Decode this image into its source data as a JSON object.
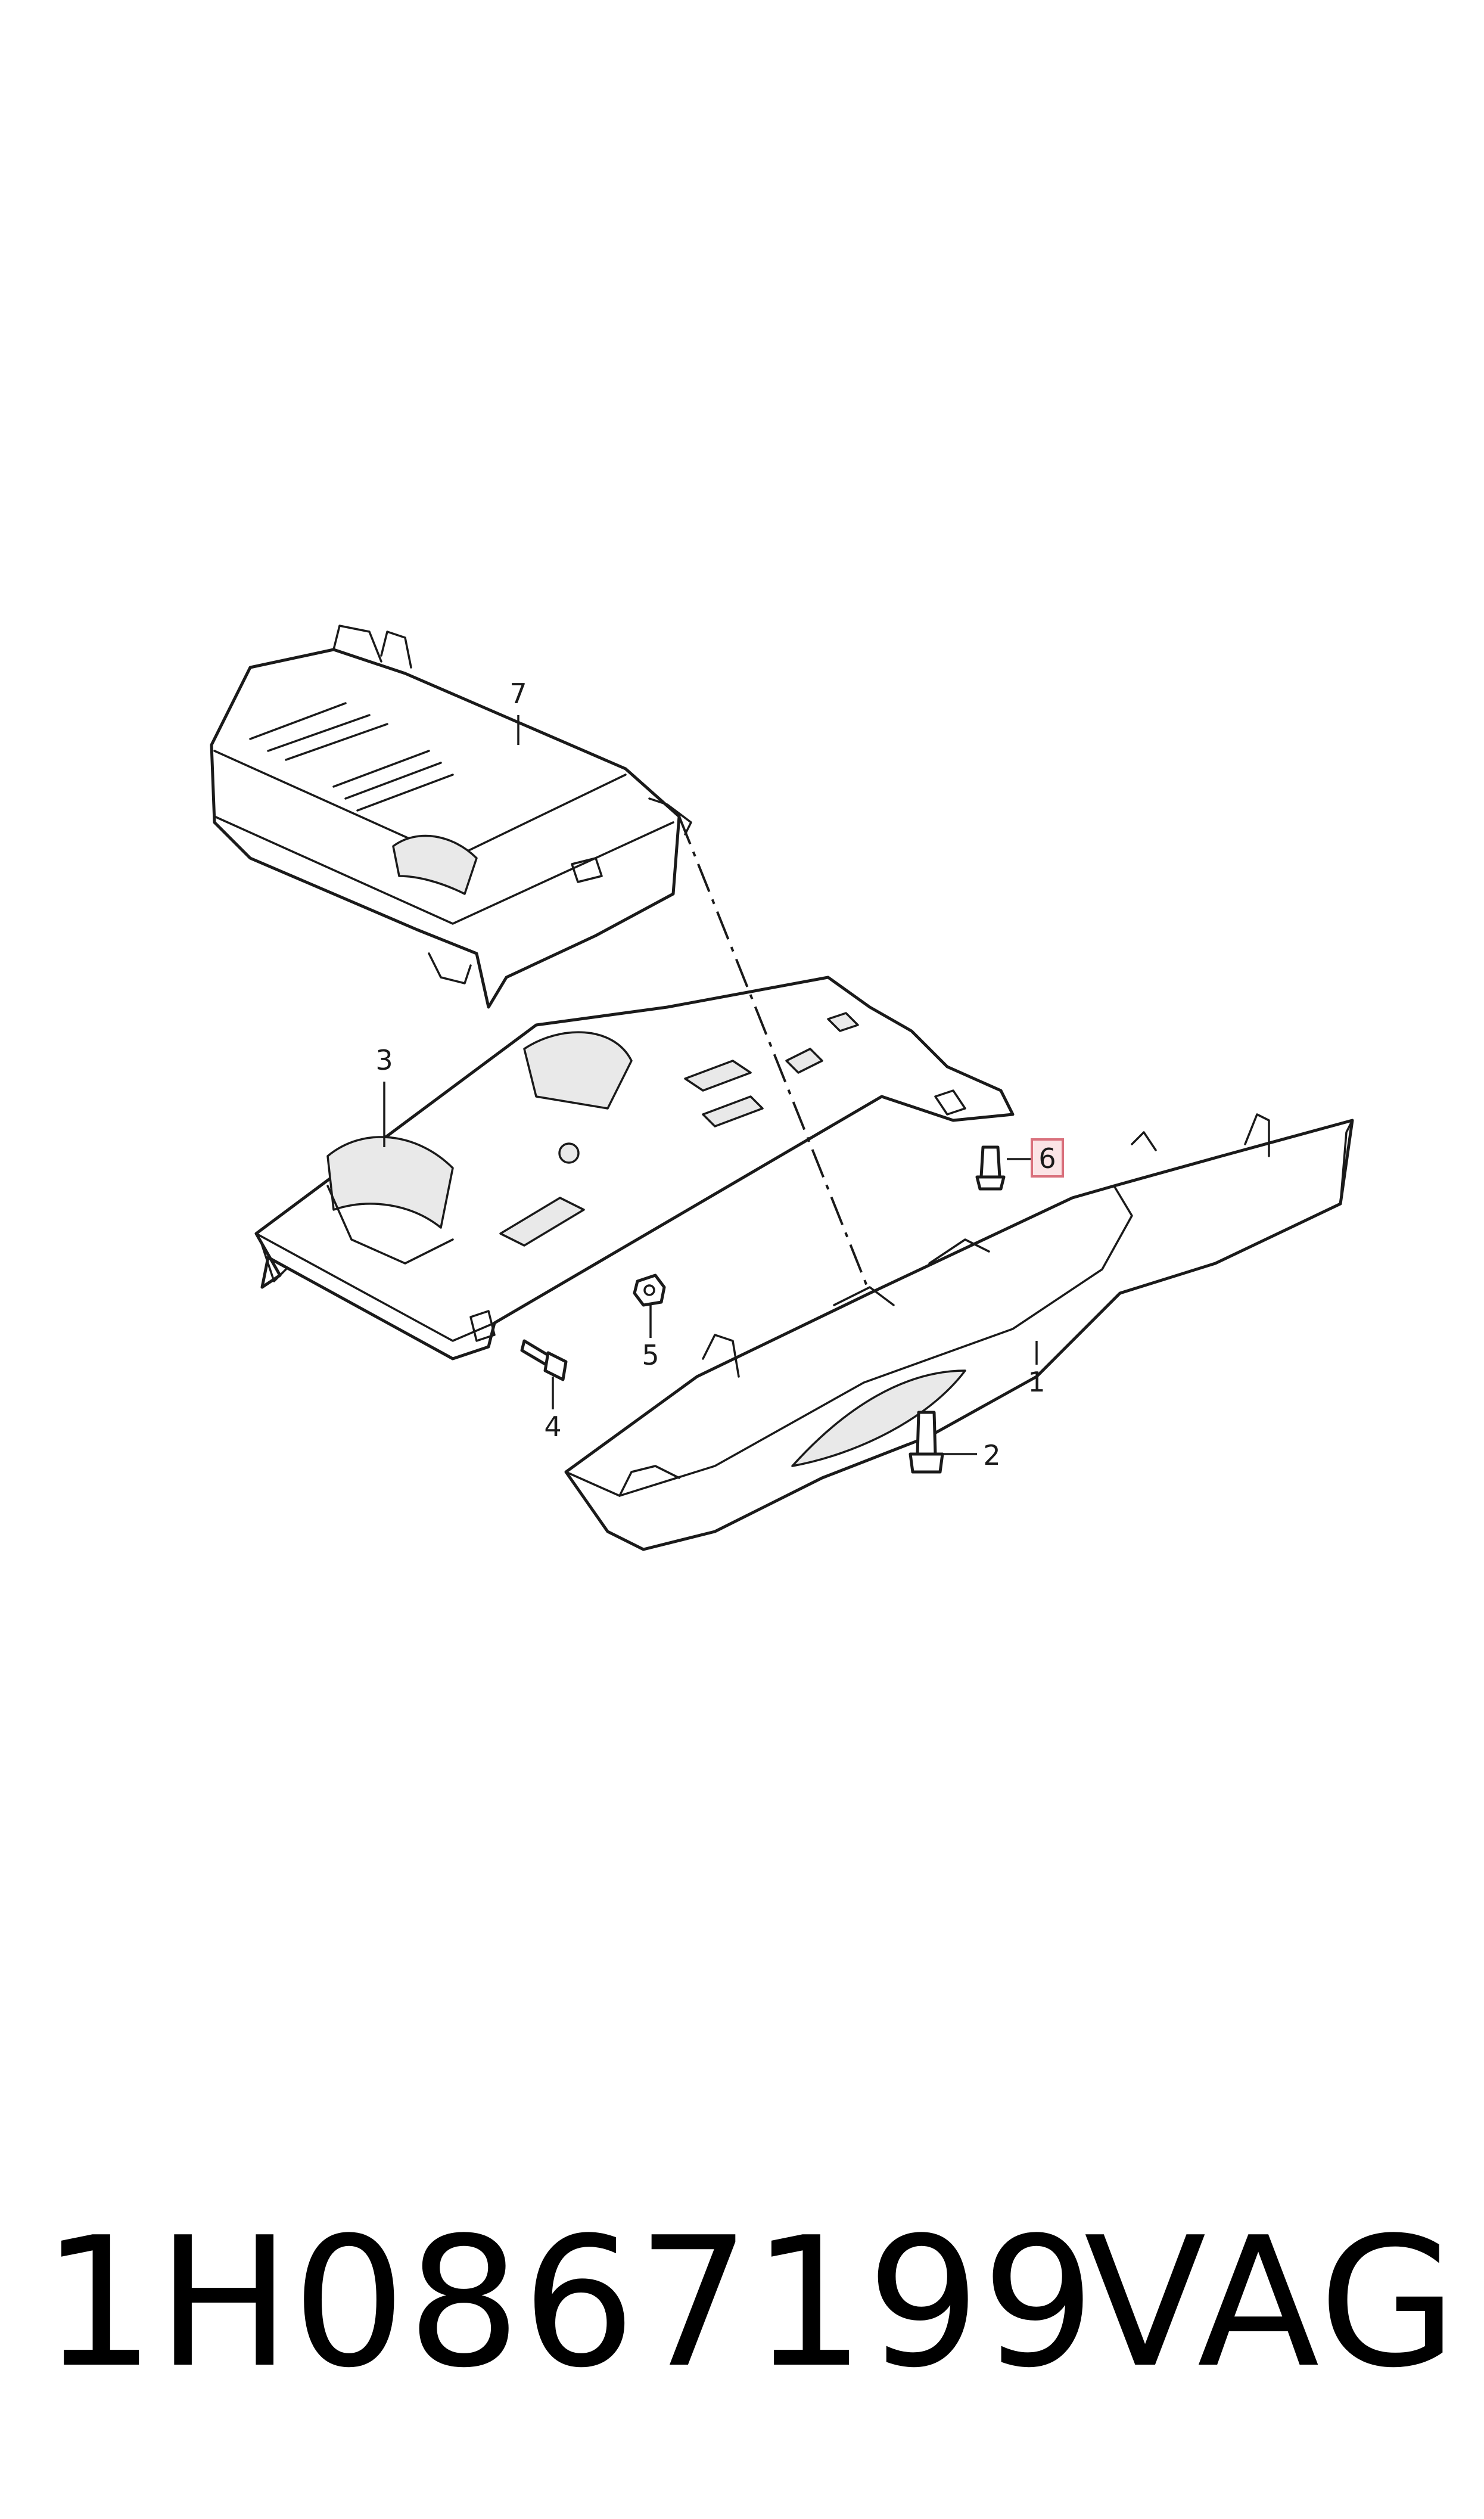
{
  "callouts": [
    {
      "id": "1",
      "label": "1"
    },
    {
      "id": "2",
      "label": "2"
    },
    {
      "id": "3",
      "label": "3"
    },
    {
      "id": "4",
      "label": "4"
    },
    {
      "id": "5",
      "label": "5"
    },
    {
      "id": "6",
      "label": "6",
      "highlighted": true
    },
    {
      "id": "7",
      "label": "7"
    }
  ],
  "footer": {
    "part_number": "1H0867199",
    "brand": "VAG"
  },
  "colors": {
    "line": "#1a1a1a",
    "highlight_fill": "#fbe4e6",
    "highlight_stroke": "#d9707c"
  }
}
